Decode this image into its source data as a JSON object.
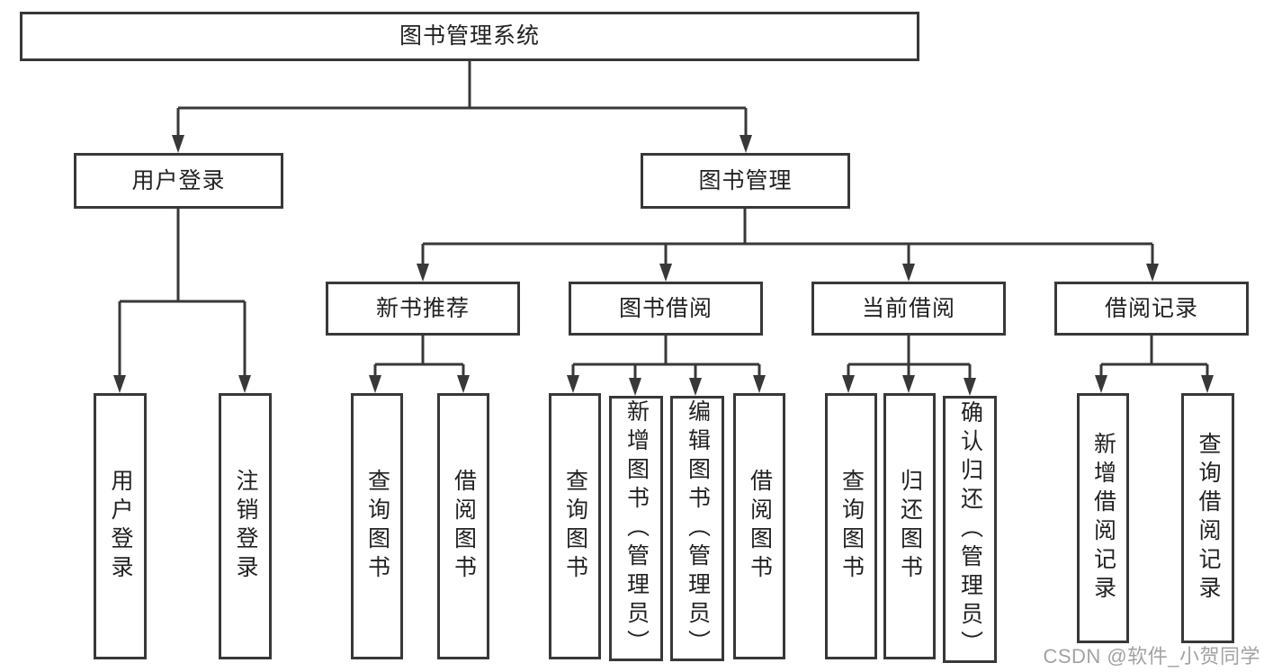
{
  "diagram_title": "图书管理系统",
  "nodes": {
    "root": {
      "label": "图书管理系统"
    },
    "user_login": {
      "label": "用户登录"
    },
    "book_mgmt": {
      "label": "图书管理"
    },
    "new_book_rec": {
      "label": "新书推荐"
    },
    "book_borrow": {
      "label": "图书借阅"
    },
    "current_borrow": {
      "label": "当前借阅"
    },
    "borrow_records": {
      "label": "借阅记录"
    },
    "leaf_user_login": {
      "label": "用户登录"
    },
    "leaf_logout": {
      "label": "注销登录"
    },
    "leaf_rec_query": {
      "label": "查询图书"
    },
    "leaf_rec_borrow": {
      "label": "借阅图书"
    },
    "leaf_bb_query": {
      "label": "查询图书"
    },
    "leaf_bb_add": {
      "label": "新增图书（管理员）"
    },
    "leaf_bb_edit": {
      "label": "编辑图书（管理员）"
    },
    "leaf_bb_borrow": {
      "label": "借阅图书"
    },
    "leaf_cb_query": {
      "label": "查询图书"
    },
    "leaf_cb_return": {
      "label": "归还图书"
    },
    "leaf_cb_confirm": {
      "label": "确认归还（管理员）"
    },
    "leaf_br_add": {
      "label": "新增借阅记录"
    },
    "leaf_br_query": {
      "label": "查询借阅记录"
    }
  },
  "hierarchy": {
    "图书管理系统": [
      "用户登录",
      "图书管理"
    ],
    "用户登录": [
      "用户登录",
      "注销登录"
    ],
    "图书管理": [
      "新书推荐",
      "图书借阅",
      "当前借阅",
      "借阅记录"
    ],
    "新书推荐": [
      "查询图书",
      "借阅图书"
    ],
    "图书借阅": [
      "查询图书",
      "新增图书（管理员）",
      "编辑图书（管理员）",
      "借阅图书"
    ],
    "当前借阅": [
      "查询图书",
      "归还图书",
      "确认归还（管理员）"
    ],
    "借阅记录": [
      "新增借阅记录",
      "查询借阅记录"
    ]
  },
  "watermark": "CSDN @软件_小贺同学",
  "colors": {
    "line": "#383838",
    "box_border": "#383838",
    "box_background": "#ffffff",
    "text": "#222222",
    "watermark": "#a2a2a2",
    "background": "#ffffff"
  }
}
